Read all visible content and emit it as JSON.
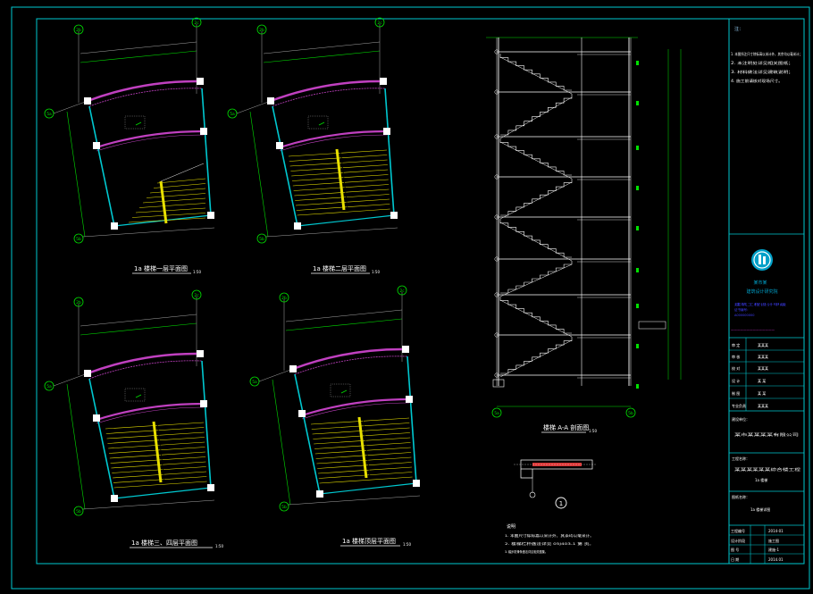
{
  "colors": {
    "background": "#000000",
    "frame": "#00c8d0",
    "grid_green": "#00e000",
    "axis_line": "#d0d0d0",
    "wall_magenta": "#c040c0",
    "stair_yellow": "#e8e000",
    "stair_white": "#f0f0f0",
    "logo_cyan": "#00a0c8"
  },
  "drawings": [
    {
      "id": "plan-1",
      "title": "1a 楼梯一层平面图",
      "scale": "1:50"
    },
    {
      "id": "plan-2",
      "title": "1a 楼梯二层平面图",
      "scale": "1:50"
    },
    {
      "id": "plan-3",
      "title": "1a 楼梯三、四层平面图",
      "scale": "1:50"
    },
    {
      "id": "plan-4",
      "title": "1a 楼梯顶层平面图",
      "scale": "1:50"
    }
  ],
  "axis_labels": {
    "top_left": "2b",
    "top_right": "2c",
    "side_top": "5a",
    "side_bottom": "5b",
    "section_left": "5a",
    "section_right": "5b"
  },
  "section": {
    "title": "楼梯 A-A 剖面图",
    "scale": "1:50"
  },
  "detail": {
    "marker": "1"
  },
  "notes": {
    "heading": "说明",
    "lines": [
      "1. 本图尺寸除标高以米计外，其余均以毫米计。",
      "2. 楼梯栏杆做法详见 05J403-1 第 页。",
      "3. 踏步防滑条做法详见相关图集。"
    ]
  },
  "title_block": {
    "header": "注：",
    "notes": [
      "1. 本图所注尺寸除标高以米计外，其余均以毫米计；",
      "2. 未注明处详见相关图纸；",
      "3. 材料做法详见建筑说明；",
      "4. 施工前请核对现场尺寸。"
    ],
    "company": {
      "line1": "某市某",
      "line2": "建筑设计研究院"
    },
    "cert": [
      "建筑工程设计甲级",
      "证书编号：",
      "A000000000"
    ],
    "sign_rows": [
      {
        "role": "审 定",
        "name": "某某某"
      },
      {
        "role": "审 核",
        "name": "某某某"
      },
      {
        "role": "校 对",
        "name": "某某某"
      },
      {
        "role": "设 计",
        "name": "某 某"
      },
      {
        "role": "制 图",
        "name": "某 某"
      },
      {
        "role": "专业负责",
        "name": "某某某"
      }
    ],
    "owner_label": "建设单位：",
    "owner_value": "某市某某某某有限公司",
    "project_label": "工程名称：",
    "project_value": "某某某某某某综合楼工程",
    "project_sub": "1a 楼梯",
    "drawing_label": "图纸名称：",
    "drawing_value": "1a 楼梯详图",
    "meta": [
      {
        "k": "工程编号",
        "v": "2014-01"
      },
      {
        "k": "设计阶段",
        "v": "施工图"
      },
      {
        "k": "图 号",
        "v": "建施-1"
      },
      {
        "k": "日 期",
        "v": "2014.01"
      }
    ]
  }
}
